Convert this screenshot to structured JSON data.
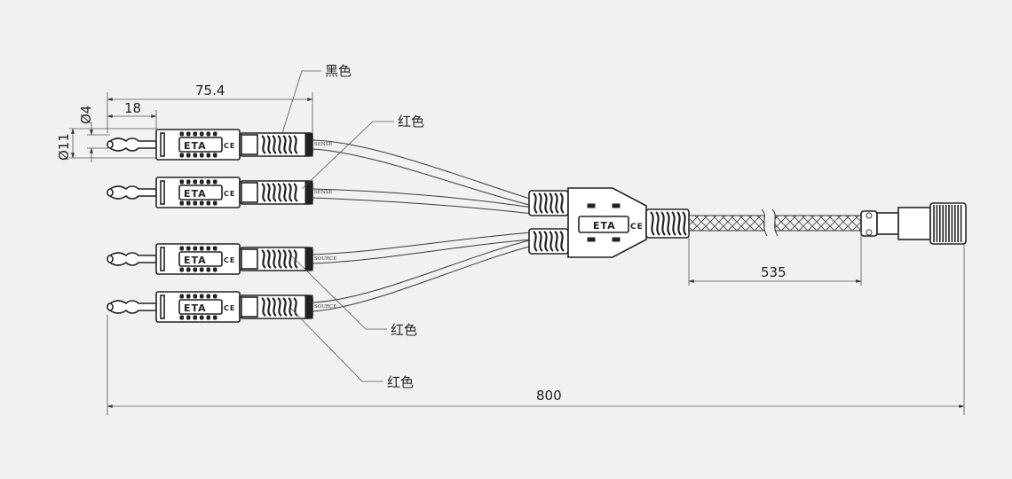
{
  "dimensions": {
    "overall_length": "800",
    "plug_length": "75.4",
    "tip_length": "18",
    "pin_diameter": "Ø4",
    "body_diameter": "Ø11",
    "braid_length": "535"
  },
  "callouts": {
    "black": "黑色",
    "red_1": "红色",
    "red_2": "红色",
    "red_3": "红色"
  },
  "plugs": [
    {
      "brand": "ETA",
      "mark": "CE",
      "sleeve_label": "SENSE"
    },
    {
      "brand": "ETA",
      "mark": "CE",
      "sleeve_label": "SENSE"
    },
    {
      "brand": "ETA",
      "mark": "CE",
      "sleeve_label": "SOURCE"
    },
    {
      "brand": "ETA",
      "mark": "CE",
      "sleeve_label": "SOURCE"
    }
  ],
  "splitter": {
    "brand": "ETA",
    "mark": "CE"
  },
  "colors": {
    "background": "#f1f1f1",
    "line": "#222222"
  }
}
